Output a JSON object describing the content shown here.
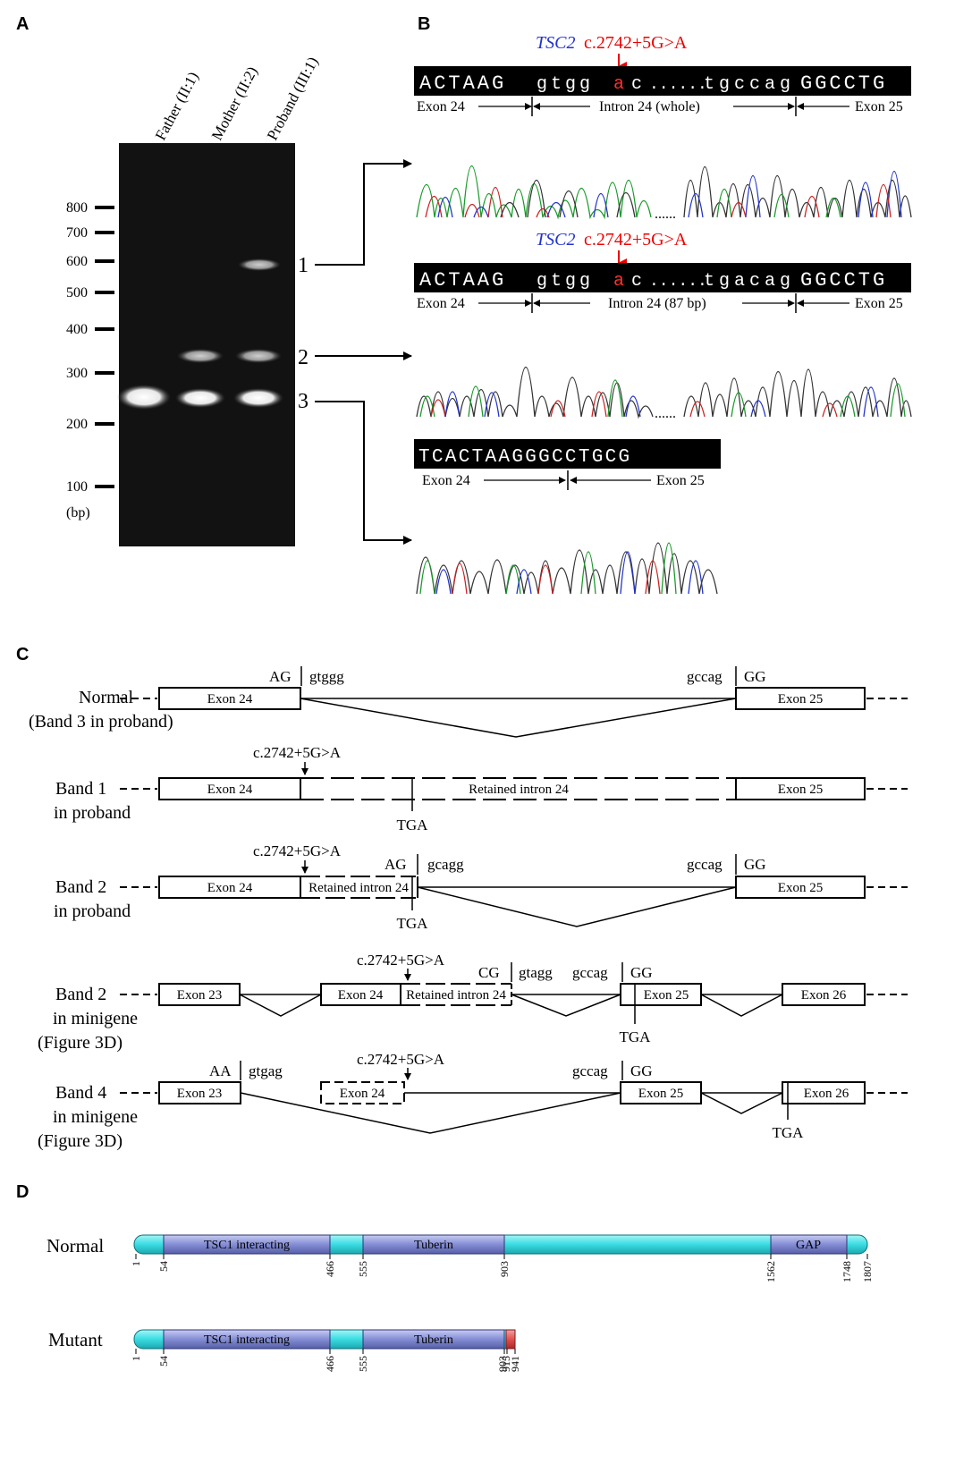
{
  "panels": {
    "a": "A",
    "b": "B",
    "c": "C",
    "d": "D"
  },
  "gel": {
    "lanes": [
      "Father (II:1)",
      "Mother (II:2)",
      "Proband (III:1)"
    ],
    "ladder": [
      "800",
      "700",
      "600",
      "500",
      "400",
      "300",
      "200",
      "100"
    ],
    "unit": "(bp)",
    "bands": [
      "1",
      "2",
      "3"
    ]
  },
  "seq": {
    "mut_gene": "TSC2",
    "mut_name": "c.2742+5G>A",
    "s1": {
      "left": "ACTAAG",
      "mid_a": "gtgg",
      "mut": "a",
      "mid_b": "c",
      "dots": "......",
      "right_a": "tgccag",
      "right_b": "GGCCTG",
      "ex_l": "Exon 24",
      "intron": "Intron 24 (whole)",
      "ex_r": "Exon 25"
    },
    "s2": {
      "left": "ACTAAG",
      "mid_a": "gtgg",
      "mut": "a",
      "mid_b": "c",
      "dots": "......",
      "right_a": "tgacag",
      "right_b": "GGCCTG",
      "ex_l": "Exon 24",
      "intron": "Intron 24 (87 bp)",
      "ex_r": "Exon 25"
    },
    "s3": {
      "seq": "TCACTAAGGGCCTGCG",
      "ex_l": "Exon 24",
      "ex_r": "Exon 25"
    },
    "chrom_dots": "......"
  },
  "splice": {
    "normal": {
      "label1": "Normal",
      "label2": "(Band 3 in proband)",
      "ag": "AG",
      "gt": "gtggg",
      "gc": "gccag",
      "gg": "GG",
      "ex24": "Exon 24",
      "ex25": "Exon 25"
    },
    "band1": {
      "label1": "Band 1",
      "label2": "in proband",
      "mut": "c.2742+5G>A",
      "ex24": "Exon 24",
      "ri": "Retained intron 24",
      "ex25": "Exon 25",
      "tga": "TGA"
    },
    "band2": {
      "label1": "Band 2",
      "label2": "in proband",
      "mut": "c.2742+5G>A",
      "ag": "AG",
      "gc2": "gcagg",
      "gc": "gccag",
      "gg": "GG",
      "ex24": "Exon 24",
      "ri": "Retained intron 24",
      "ex25": "Exon 25",
      "tga": "TGA"
    },
    "band2m": {
      "label1": "Band 2",
      "label2": "in minigene",
      "label3": "(Figure 3D)",
      "mut": "c.2742+5G>A",
      "cg": "CG",
      "gt": "gtagg",
      "gc": "gccag",
      "gg": "GG",
      "ex23": "Exon 23",
      "ex24": "Exon 24",
      "ri": "Retained intron 24",
      "ex25": "Exon 25",
      "ex26": "Exon 26",
      "tga": "TGA"
    },
    "band4m": {
      "label1": "Band 4",
      "label2": "in minigene",
      "label3": "(Figure 3D)",
      "mut": "c.2742+5G>A",
      "aa": "AA",
      "gt": "gtgag",
      "gc": "gccag",
      "gg": "GG",
      "ex23": "Exon 23",
      "ex24": "Exon 24",
      "ex25": "Exon 25",
      "ex26": "Exon 26",
      "tga": "TGA"
    }
  },
  "protein": {
    "normal": {
      "label": "Normal",
      "d1": "TSC1 interacting",
      "d2": "Tuberin",
      "d3": "GAP",
      "ticks": [
        "1",
        "54",
        "466",
        "555",
        "903",
        "1562",
        "1748",
        "1807"
      ]
    },
    "mutant": {
      "label": "Mutant",
      "d1": "TSC1 interacting",
      "d2": "Tuberin",
      "ticks": [
        "1",
        "54",
        "466",
        "555",
        "903",
        "915",
        "941"
      ]
    },
    "colors": {
      "cyan": "#3fe0e6",
      "blue": "#8a93d8",
      "red": "#e05050"
    }
  }
}
